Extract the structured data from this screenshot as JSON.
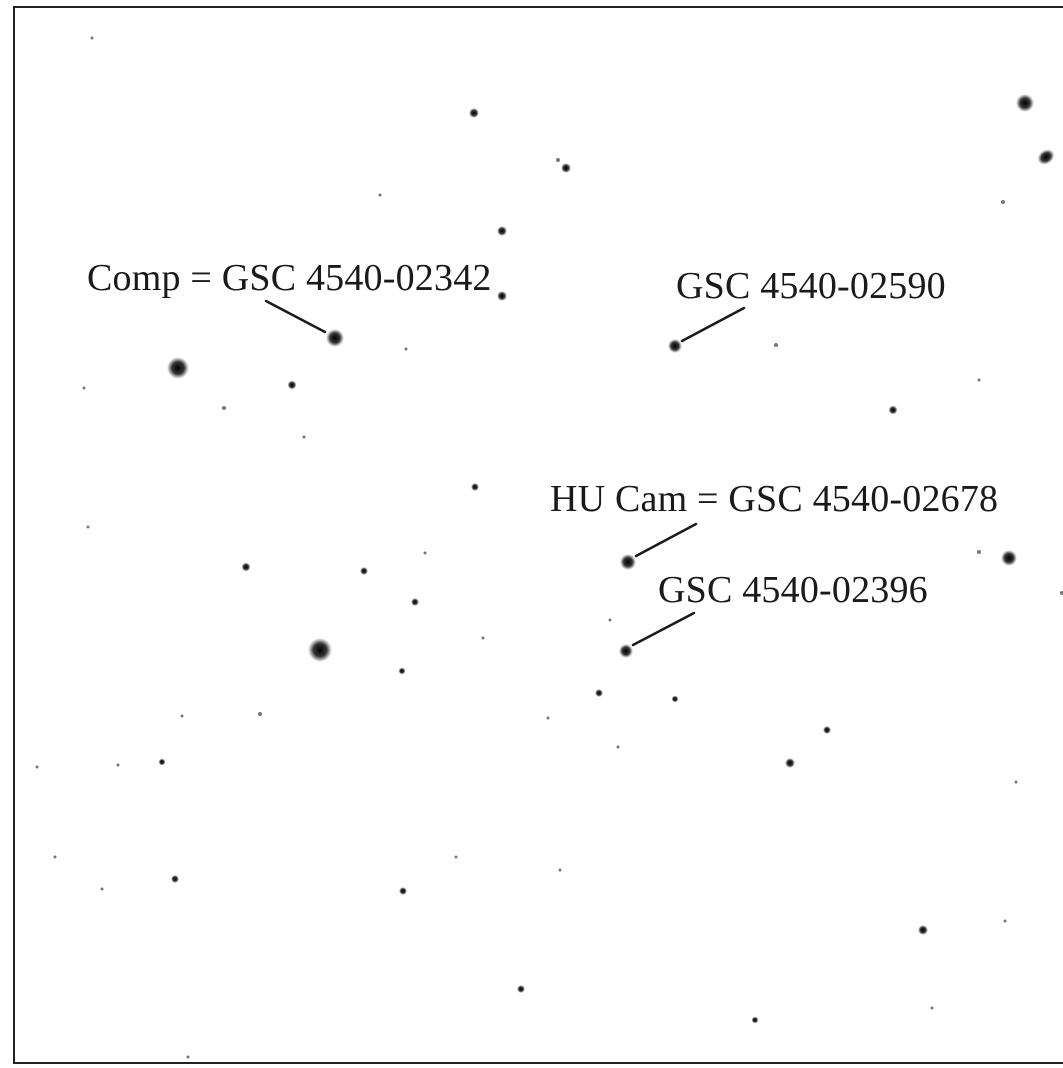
{
  "labels": {
    "comp": "Comp = GSC 4540-02342",
    "gsc_02590": "GSC 4540-02590",
    "hu_cam": "HU Cam = GSC 4540-02678",
    "gsc_02396": "GSC 4540-02396"
  },
  "colors": {
    "background": "#ffffff",
    "stars": "#111111",
    "text": "#1a1a1a",
    "frame": "#222222"
  }
}
